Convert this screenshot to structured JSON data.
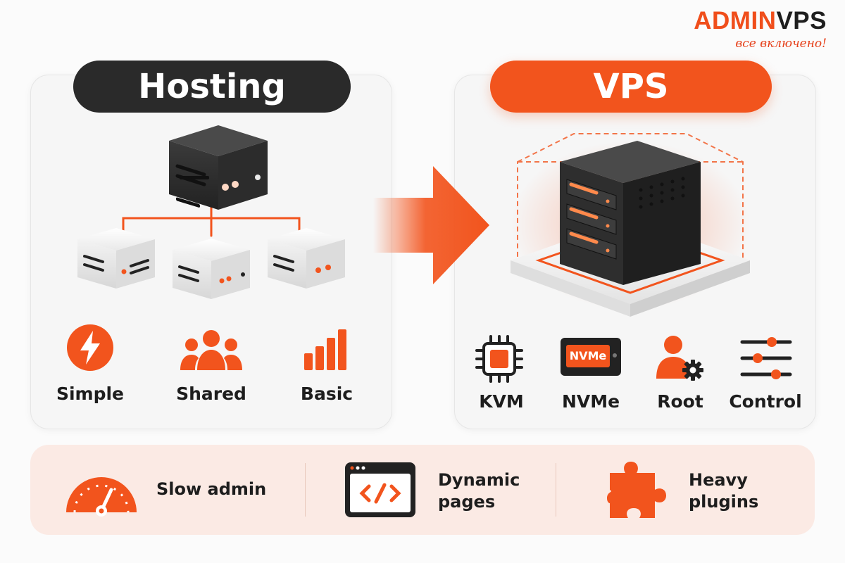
{
  "brand": {
    "logo_part1": "ADMIN",
    "logo_part2": "VPS",
    "tagline": "все включено!"
  },
  "hosting": {
    "title": "Hosting",
    "features": [
      {
        "label": "Simple",
        "icon": "lightning-icon"
      },
      {
        "label": "Shared",
        "icon": "users-icon"
      },
      {
        "label": "Basic",
        "icon": "signal-bars-icon"
      }
    ]
  },
  "vps": {
    "title": "VPS",
    "features": [
      {
        "label": "KVM",
        "icon": "cpu-chip-icon"
      },
      {
        "label": "NVMe",
        "icon": "nvme-drive-icon",
        "badge": "NVMe"
      },
      {
        "label": "Root",
        "icon": "user-gear-icon"
      },
      {
        "label": "Control",
        "icon": "sliders-icon"
      }
    ]
  },
  "issues": [
    {
      "line1": "Slow admin",
      "line2": "",
      "icon": "speedometer-icon"
    },
    {
      "line1": "Dynamic",
      "line2": "pages",
      "icon": "code-window-icon"
    },
    {
      "line1": "Heavy",
      "line2": "plugins",
      "icon": "puzzle-piece-icon"
    }
  ],
  "colors": {
    "accent": "#f2541d",
    "dark": "#2a2a2a",
    "panel_bg": "#f6f6f6",
    "issues_bg": "#fbeae4"
  }
}
